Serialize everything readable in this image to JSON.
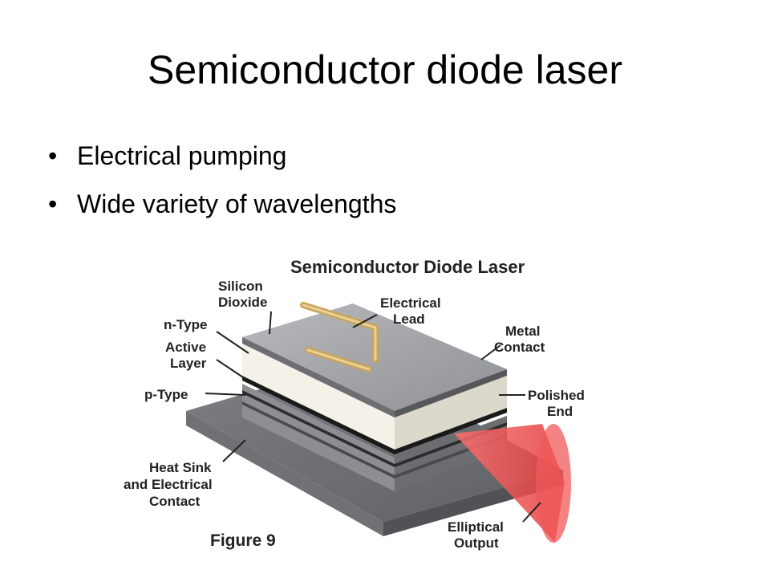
{
  "slide": {
    "title": "Semiconductor diode laser",
    "bullets": [
      "Electrical pumping",
      "Wide variety of wavelengths"
    ]
  },
  "diagram": {
    "title": "Semiconductor Diode Laser",
    "figure_label": "Figure 9",
    "labels": {
      "silicon_dioxide": [
        "Silicon",
        "Dioxide"
      ],
      "n_type": [
        "n-Type"
      ],
      "active_layer": [
        "Active",
        "Layer"
      ],
      "p_type": [
        "p-Type"
      ],
      "heat_sink": [
        "Heat Sink",
        "and Electrical",
        "Contact"
      ],
      "electrical_lead": [
        "Electrical",
        "Lead"
      ],
      "metal_contact": [
        "Metal",
        "Contact"
      ],
      "polished_end": [
        "Polished",
        "End"
      ],
      "elliptical_output": [
        "Elliptical",
        "Output"
      ]
    },
    "colors": {
      "laser_beam": "#f05a5a",
      "metal": "#8a8a8a",
      "lead": "#c9a45a"
    }
  }
}
